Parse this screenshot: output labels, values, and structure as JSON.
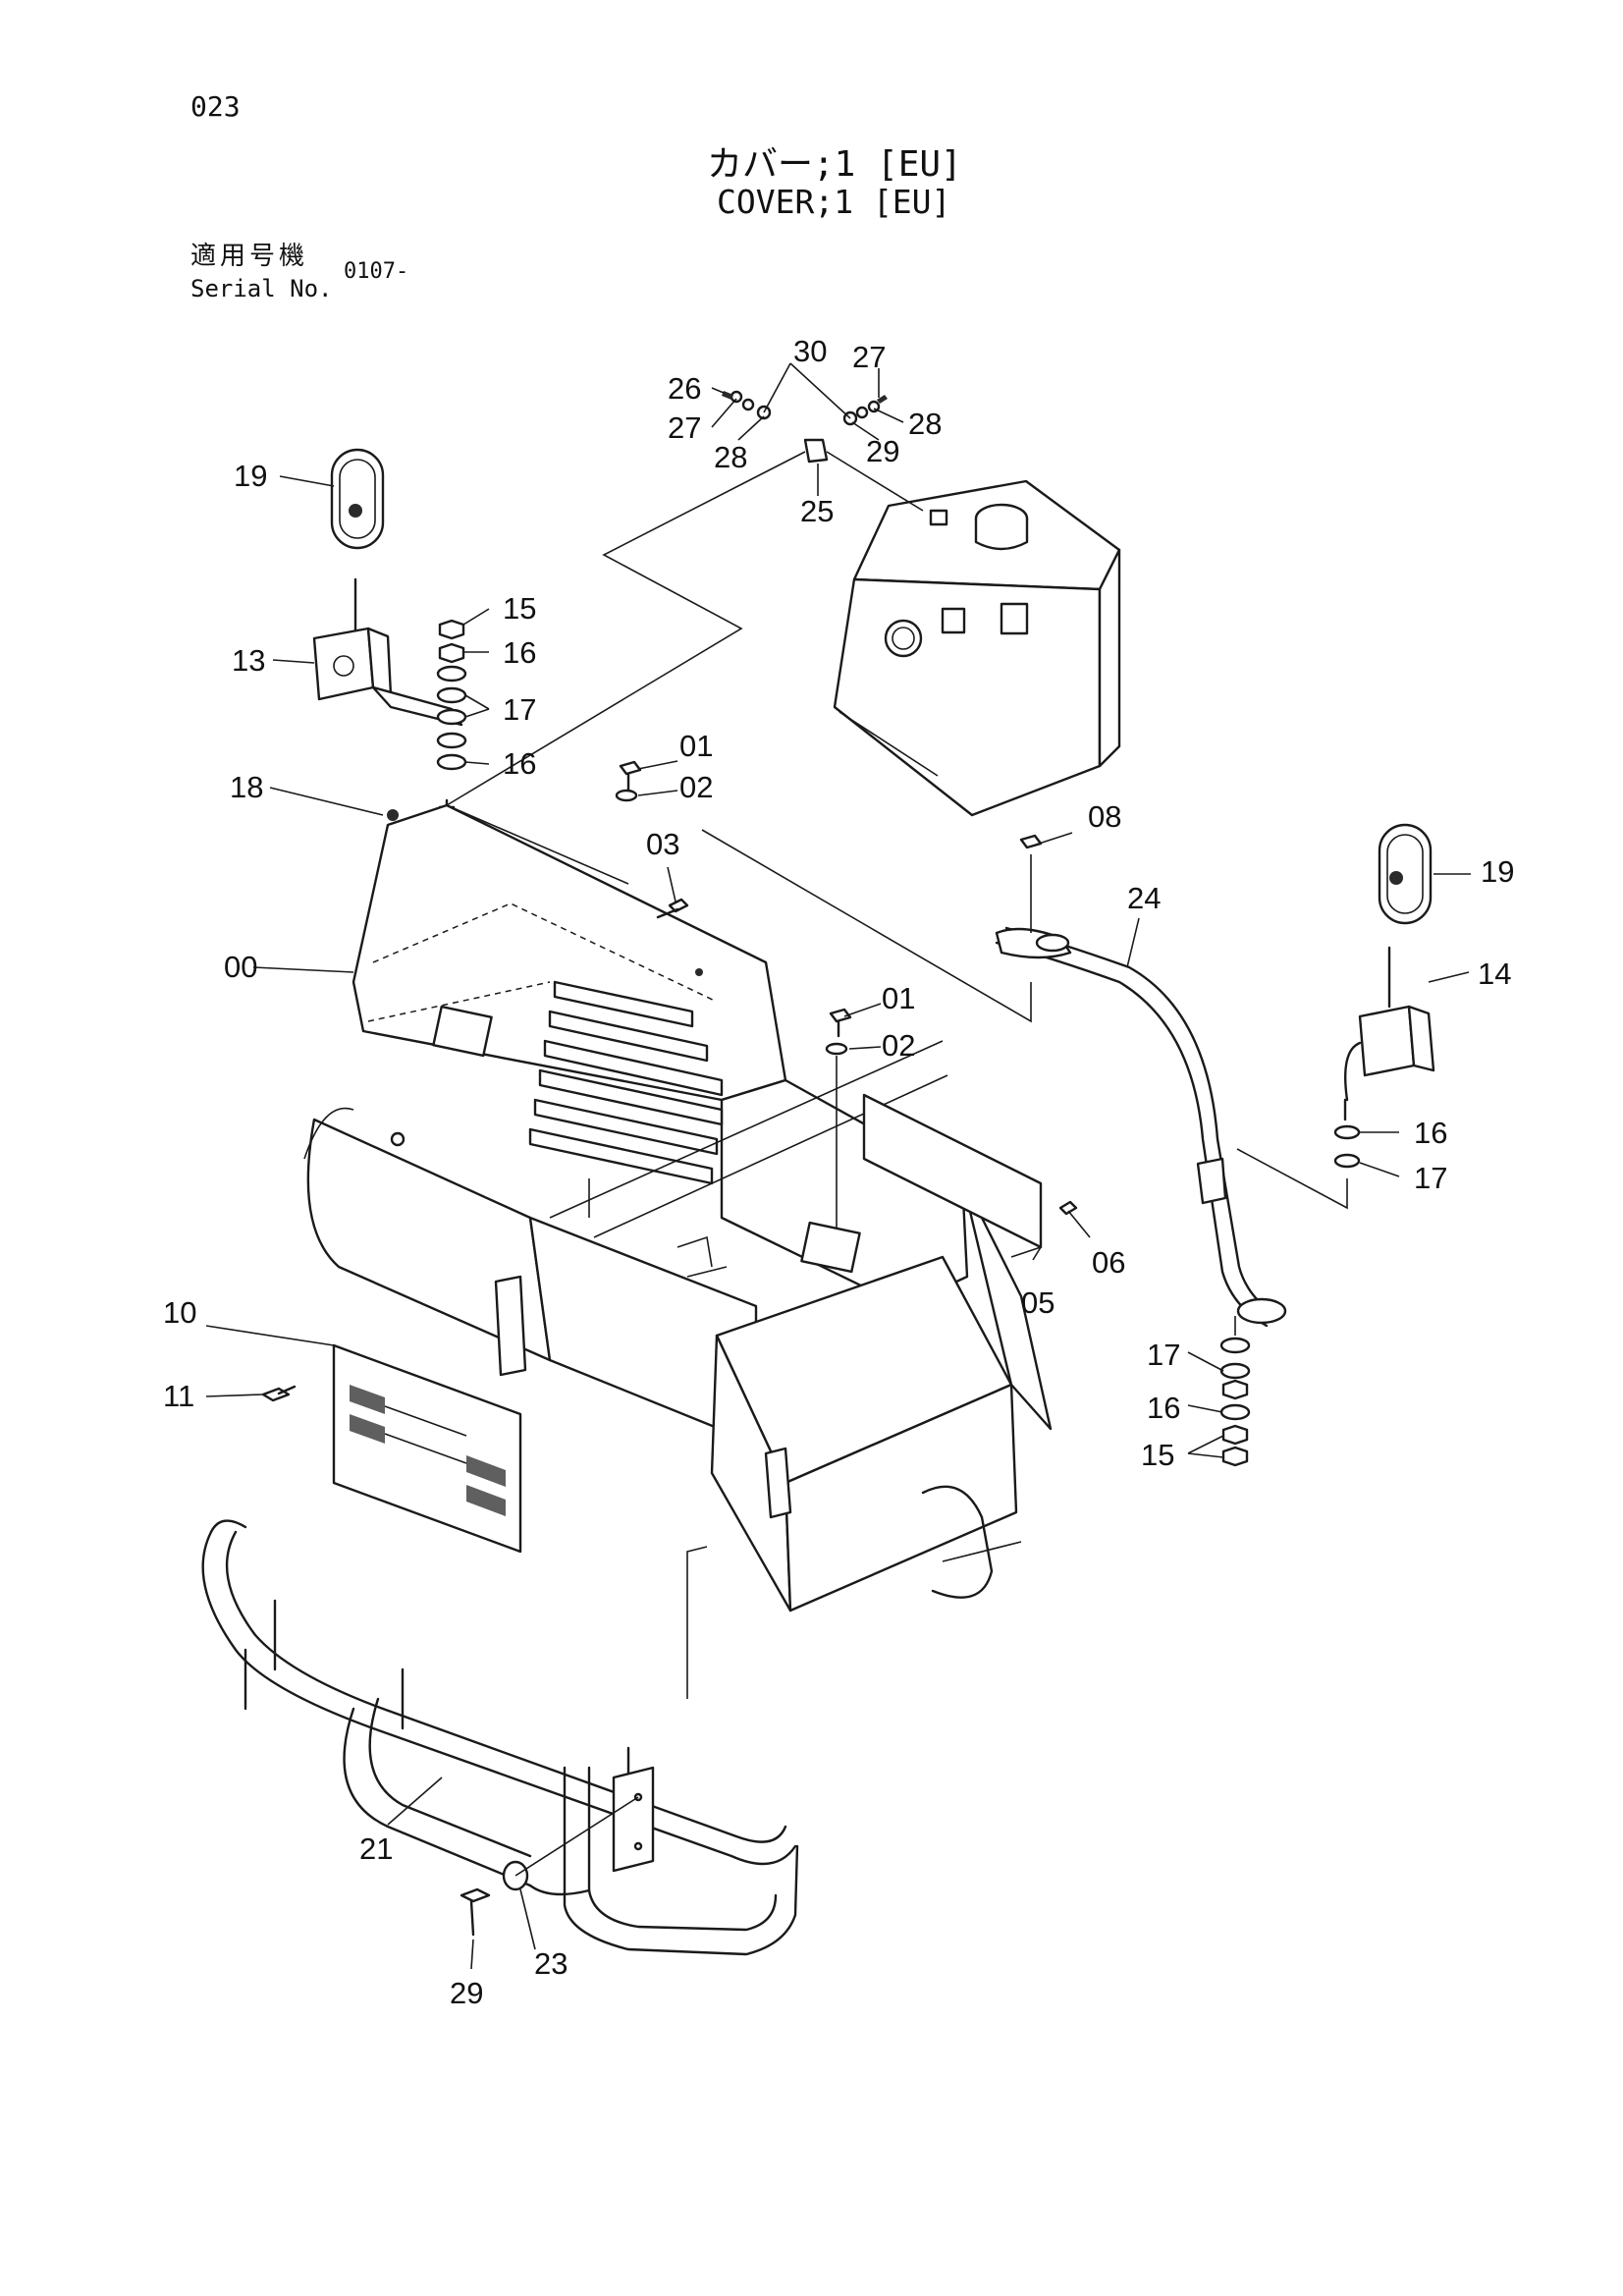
{
  "page_number": "023",
  "title_jp": "カバー;1 [EU]",
  "title_en": "COVER;1 [EU]",
  "serial_label_jp": "適用号機",
  "serial_label_en": "Serial No.",
  "serial_value": "0107-",
  "callouts": [
    {
      "id": "c00",
      "text": "00"
    },
    {
      "id": "c01a",
      "text": "01"
    },
    {
      "id": "c01b",
      "text": "01"
    },
    {
      "id": "c02a",
      "text": "02"
    },
    {
      "id": "c02b",
      "text": "02"
    },
    {
      "id": "c03",
      "text": "03"
    },
    {
      "id": "c05",
      "text": "05"
    },
    {
      "id": "c06",
      "text": "06"
    },
    {
      "id": "c08",
      "text": "08"
    },
    {
      "id": "c10",
      "text": "10"
    },
    {
      "id": "c11",
      "text": "11"
    },
    {
      "id": "c13",
      "text": "13"
    },
    {
      "id": "c14",
      "text": "14"
    },
    {
      "id": "c15a",
      "text": "15"
    },
    {
      "id": "c15b",
      "text": "15"
    },
    {
      "id": "c16a",
      "text": "16"
    },
    {
      "id": "c16b",
      "text": "16"
    },
    {
      "id": "c16c",
      "text": "16"
    },
    {
      "id": "c16d",
      "text": "16"
    },
    {
      "id": "c17a",
      "text": "17"
    },
    {
      "id": "c17b",
      "text": "17"
    },
    {
      "id": "c17c",
      "text": "17"
    },
    {
      "id": "c18",
      "text": "18"
    },
    {
      "id": "c19a",
      "text": "19"
    },
    {
      "id": "c19b",
      "text": "19"
    },
    {
      "id": "c21",
      "text": "21"
    },
    {
      "id": "c23",
      "text": "23"
    },
    {
      "id": "c24",
      "text": "24"
    },
    {
      "id": "c25",
      "text": "25"
    },
    {
      "id": "c26",
      "text": "26"
    },
    {
      "id": "c27a",
      "text": "27"
    },
    {
      "id": "c27b",
      "text": "27"
    },
    {
      "id": "c28a",
      "text": "28"
    },
    {
      "id": "c28b",
      "text": "28"
    },
    {
      "id": "c29a",
      "text": "29"
    },
    {
      "id": "c29b",
      "text": "29"
    },
    {
      "id": "c30",
      "text": "30"
    }
  ]
}
